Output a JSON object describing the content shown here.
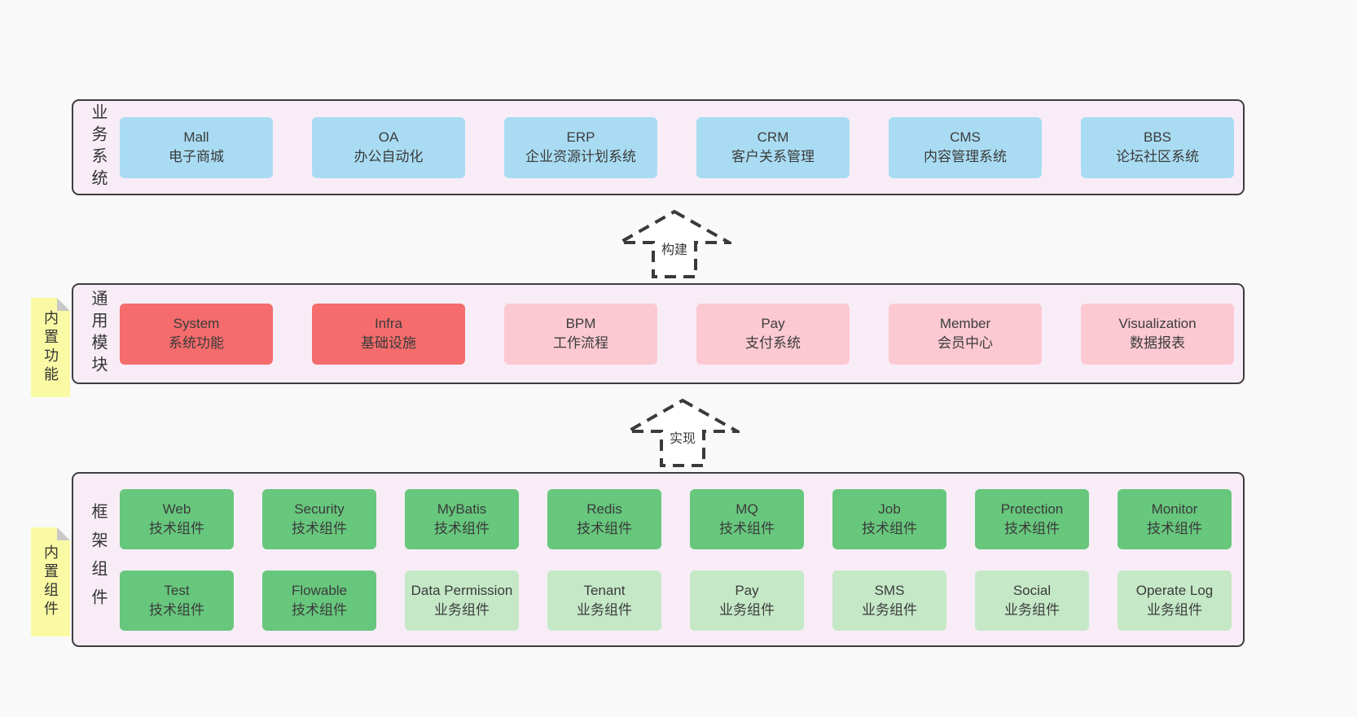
{
  "colors": {
    "page_bg": "#f9f9f9",
    "panel_bg": "#f8edf6",
    "panel_border": "#3e3e3e",
    "blue_box": "#a9dcf3",
    "red_box": "#f56c6c",
    "pink_box": "#fcc9d3",
    "green_dark_box": "#67c77d",
    "green_light_box": "#c5e8c7",
    "sticky_note": "#fafaa4",
    "note_fold": "#c8c8c8",
    "text": "#3b3b3b"
  },
  "arrows": {
    "build": {
      "label": "构建"
    },
    "implement": {
      "label": "实现"
    }
  },
  "sections": {
    "business": {
      "side_label": "业务系统",
      "boxes": [
        {
          "title": "Mall",
          "subtitle": "电子商城",
          "variant": "blue"
        },
        {
          "title": "OA",
          "subtitle": "办公自动化",
          "variant": "blue"
        },
        {
          "title": "ERP",
          "subtitle": "企业资源计划系统",
          "variant": "blue"
        },
        {
          "title": "CRM",
          "subtitle": "客户关系管理",
          "variant": "blue"
        },
        {
          "title": "CMS",
          "subtitle": "内容管理系统",
          "variant": "blue"
        },
        {
          "title": "BBS",
          "subtitle": "论坛社区系统",
          "variant": "blue"
        }
      ]
    },
    "modules": {
      "side_label": "通用模块",
      "sticky_note": "内置功能",
      "boxes": [
        {
          "title": "System",
          "subtitle": "系统功能",
          "variant": "red"
        },
        {
          "title": "Infra",
          "subtitle": "基础设施",
          "variant": "red"
        },
        {
          "title": "BPM",
          "subtitle": "工作流程",
          "variant": "pink"
        },
        {
          "title": "Pay",
          "subtitle": "支付系统",
          "variant": "pink"
        },
        {
          "title": "Member",
          "subtitle": "会员中心",
          "variant": "pink"
        },
        {
          "title": "Visualization",
          "subtitle": "数据报表",
          "variant": "pink"
        }
      ]
    },
    "components": {
      "side_label": "框架组件",
      "sticky_note": "内置组件",
      "row1": [
        {
          "title": "Web",
          "subtitle": "技术组件",
          "variant": "green-dark"
        },
        {
          "title": "Security",
          "subtitle": "技术组件",
          "variant": "green-dark"
        },
        {
          "title": "MyBatis",
          "subtitle": "技术组件",
          "variant": "green-dark"
        },
        {
          "title": "Redis",
          "subtitle": "技术组件",
          "variant": "green-dark"
        },
        {
          "title": "MQ",
          "subtitle": "技术组件",
          "variant": "green-dark"
        },
        {
          "title": "Job",
          "subtitle": "技术组件",
          "variant": "green-dark"
        },
        {
          "title": "Protection",
          "subtitle": "技术组件",
          "variant": "green-dark"
        },
        {
          "title": "Monitor",
          "subtitle": "技术组件",
          "variant": "green-dark"
        }
      ],
      "row2": [
        {
          "title": "Test",
          "subtitle": "技术组件",
          "variant": "green-dark"
        },
        {
          "title": "Flowable",
          "subtitle": "技术组件",
          "variant": "green-dark"
        },
        {
          "title": "Data Permission",
          "subtitle": "业务组件",
          "variant": "green-light"
        },
        {
          "title": "Tenant",
          "subtitle": "业务组件",
          "variant": "green-light"
        },
        {
          "title": "Pay",
          "subtitle": "业务组件",
          "variant": "green-light"
        },
        {
          "title": "SMS",
          "subtitle": "业务组件",
          "variant": "green-light"
        },
        {
          "title": "Social",
          "subtitle": "业务组件",
          "variant": "green-light"
        },
        {
          "title": "Operate Log",
          "subtitle": "业务组件",
          "variant": "green-light"
        }
      ]
    }
  }
}
